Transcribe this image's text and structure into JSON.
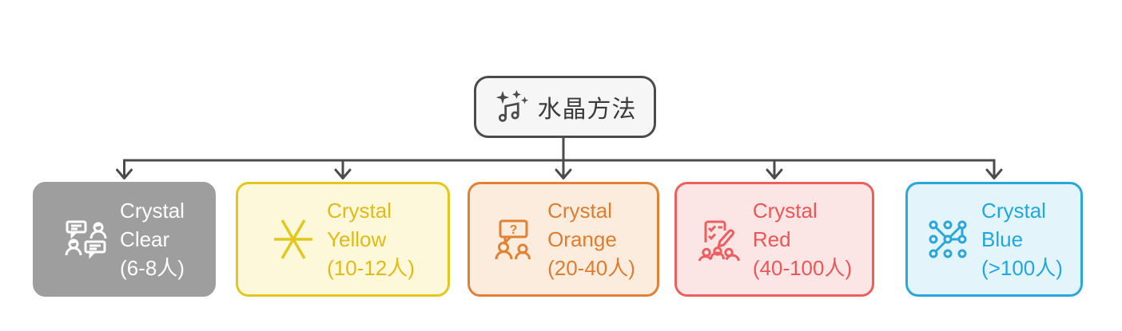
{
  "diagram": {
    "title": "Crystal methods family flowchart",
    "connector_color": "#4b4b4b",
    "root": {
      "label": "水晶方法",
      "icon": "sparkle-music-icon",
      "bg": "#f6f6f6",
      "border": "#4b4b4b",
      "text_color": "#3b3b3b",
      "icon_color": "#4b4b4b"
    },
    "nodes": [
      {
        "id": "crystal-clear",
        "lines": [
          "Crystal",
          "Clear",
          "(6-8人)"
        ],
        "icon": "chat-people-icon",
        "bg": "#9e9e9e",
        "border": "#9e9e9e",
        "text_color": "#ffffff",
        "icon_color": "#ffffff"
      },
      {
        "id": "crystal-yellow",
        "lines": [
          "Crystal",
          "Yellow",
          "(10-12人)"
        ],
        "icon": "asterisk-icon",
        "bg": "#fdf8d9",
        "border": "#e3c71f",
        "text_color": "#e2ba16",
        "icon_color": "#e3c71f"
      },
      {
        "id": "crystal-orange",
        "lines": [
          "Crystal",
          "Orange",
          "(20-40人)"
        ],
        "icon": "people-question-icon",
        "bg": "#fcecdd",
        "border": "#e18134",
        "text_color": "#df7d2e",
        "icon_color": "#e18134"
      },
      {
        "id": "crystal-red",
        "lines": [
          "Crystal",
          "Red",
          "(40-100人)"
        ],
        "icon": "checklist-crowd-icon",
        "bg": "#fce5e5",
        "border": "#ed5f5f",
        "text_color": "#ec5656",
        "icon_color": "#ed5f5f"
      },
      {
        "id": "crystal-blue",
        "lines": [
          "Crystal",
          "Blue",
          "(>100人)"
        ],
        "icon": "network-icon",
        "bg": "#e4f4fb",
        "border": "#2aa7da",
        "text_color": "#1ea7e0",
        "icon_color": "#2aa7da"
      }
    ]
  }
}
